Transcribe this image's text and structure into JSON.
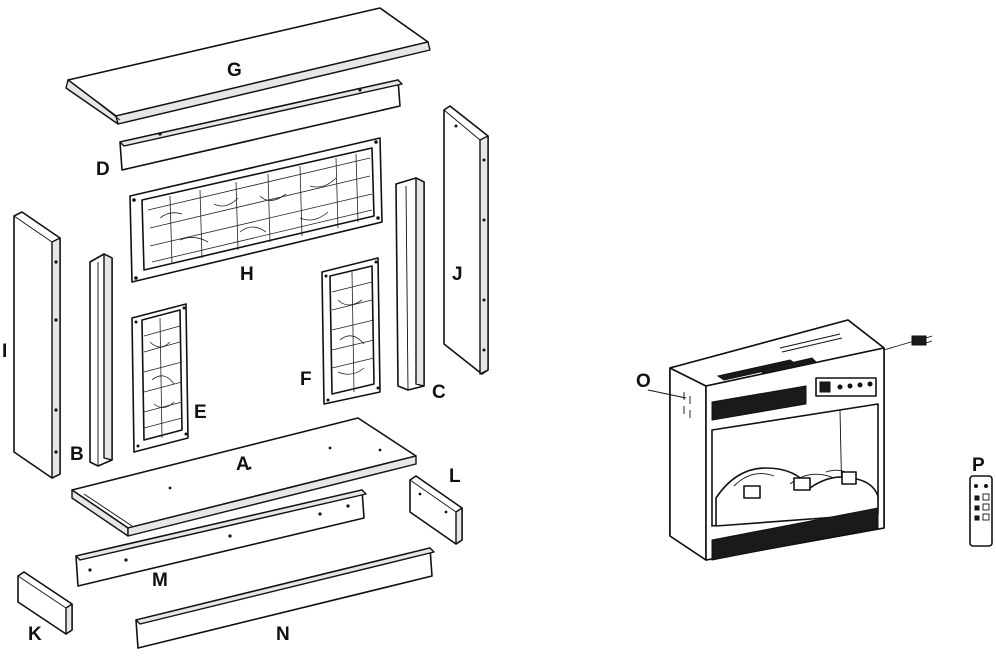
{
  "parts": [
    {
      "id": "A",
      "label": "A"
    },
    {
      "id": "B",
      "label": "B"
    },
    {
      "id": "C",
      "label": "C"
    },
    {
      "id": "D",
      "label": "D"
    },
    {
      "id": "E",
      "label": "E"
    },
    {
      "id": "F",
      "label": "F"
    },
    {
      "id": "G",
      "label": "G"
    },
    {
      "id": "H",
      "label": "H"
    },
    {
      "id": "I",
      "label": "I"
    },
    {
      "id": "J",
      "label": "J"
    },
    {
      "id": "K",
      "label": "K"
    },
    {
      "id": "L",
      "label": "L"
    },
    {
      "id": "M",
      "label": "M"
    },
    {
      "id": "N",
      "label": "N"
    },
    {
      "id": "O",
      "label": "O"
    },
    {
      "id": "P",
      "label": "P"
    }
  ]
}
